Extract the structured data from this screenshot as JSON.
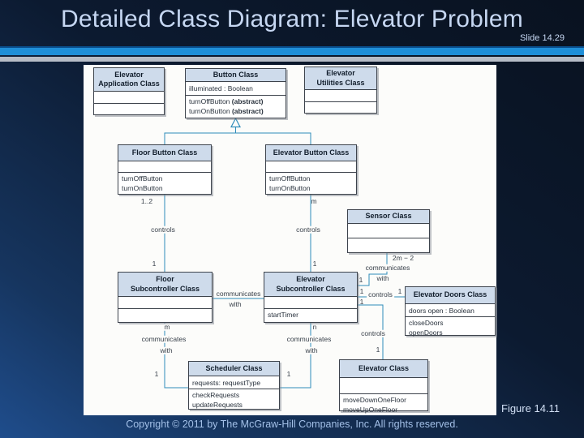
{
  "slide": {
    "title": "Detailed Class Diagram: Elevator Problem",
    "slide_number": "Slide 14.29",
    "figure_label": "Figure 14.11",
    "copyright": "Copyright © 2011 by The McGraw-Hill Companies, Inc.  All rights reserved."
  },
  "colors": {
    "accent_blue_bar": "#1f8fd8",
    "accent_gray_bar": "#b6bcc6",
    "class_header_fill": "#cedbeb",
    "connector_teal": "#2e8cba",
    "title_text": "#c6d7f2",
    "background_navy": "#0c1a30"
  },
  "diagram": {
    "classes": {
      "elevator_application": {
        "name1": "Elevator",
        "name2": "Application Class"
      },
      "button": {
        "name1": "Button Class",
        "attr1": "illuminated : Boolean",
        "op1": "turnOffButton",
        "op1_suffix": "(abstract)",
        "op2": "turnOnButton",
        "op2_suffix": "(abstract)"
      },
      "elevator_utilities": {
        "name1": "Elevator",
        "name2": "Utilities Class"
      },
      "floor_button": {
        "name1": "Floor Button Class",
        "op1": "turnOffButton",
        "op2": "turnOnButton"
      },
      "elevator_button": {
        "name1": "Elevator Button Class",
        "op1": "turnOffButton",
        "op2": "turnOnButton"
      },
      "sensor": {
        "name1": "Sensor Class"
      },
      "floor_subcontroller": {
        "name1": "Floor",
        "name2": "Subcontroller Class"
      },
      "elevator_subcontroller": {
        "name1": "Elevator",
        "name2": "Subcontroller Class",
        "op1": "startTimer"
      },
      "elevator_doors": {
        "name1": "Elevator Doors Class",
        "attr1": "doors open : Boolean",
        "op1": "closeDoors",
        "op2": "openDoors"
      },
      "scheduler": {
        "name1": "Scheduler Class",
        "attr1": "requests: requestType",
        "op1": "checkRequests",
        "op2": "updateRequests"
      },
      "elevator": {
        "name1": "Elevator Class",
        "op1": "moveDownOneFloor",
        "op2": "moveUpOneFloor"
      }
    },
    "labels": {
      "mult_floor_buttons": "1..2",
      "controls_floor": "controls",
      "mult_floor_sub": "1",
      "mult_elevator_buttons": "m",
      "controls_elevator": "controls",
      "mult_elevator_sub": "1",
      "mult_sensors": "2m − 2",
      "comm_sensor_1": "communicates",
      "comm_sensor_2": "with",
      "mult_sub_sensor": "1",
      "mult_sub_doors": "1",
      "controls_doors": "controls",
      "mult_doors": "1",
      "mult_sub_elevator": "1",
      "controls_elevator_class": "controls",
      "mult_elevator_class": "1",
      "comm_subs_1": "communicates",
      "comm_subs_2": "with",
      "mult_floor_sched": "m",
      "comm_floor_sched_1": "communicates",
      "comm_floor_sched_2": "with",
      "mult_sched_left": "1",
      "mult_elev_sched": "n",
      "comm_elev_sched_1": "communicates",
      "comm_elev_sched_2": "with",
      "mult_sched_right": "1"
    }
  }
}
